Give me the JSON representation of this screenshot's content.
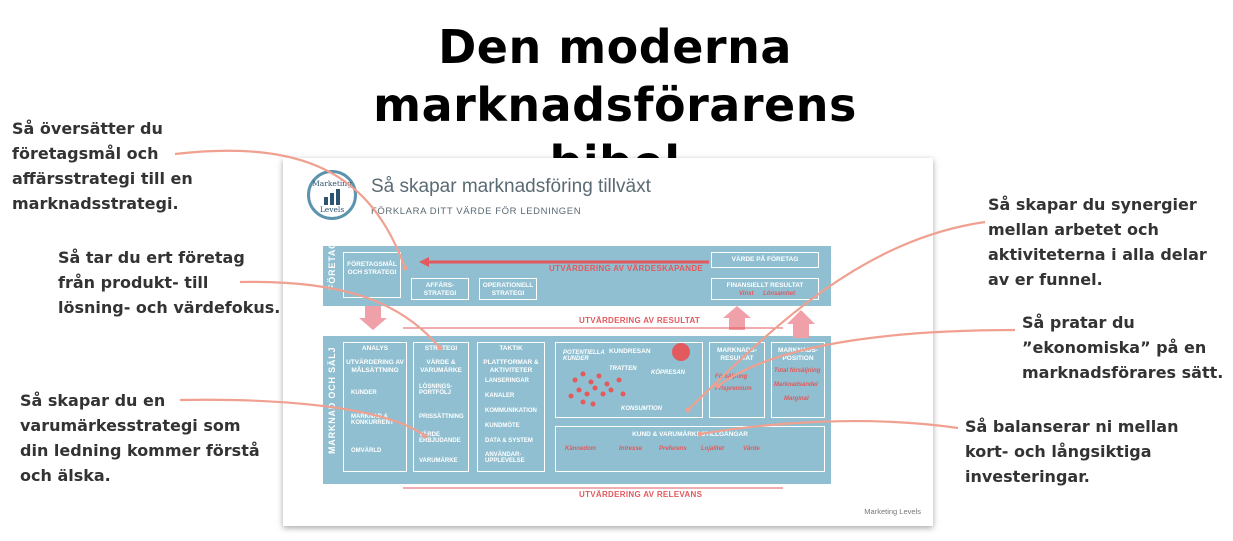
{
  "title": {
    "line1": "Den moderna",
    "line2": "marknadsförarens bibel"
  },
  "callouts": {
    "left1": [
      "Så översätter du",
      "företagsmål och",
      "affärsstrategi till en",
      "marknadsstrategi."
    ],
    "left2": [
      "Så tar du ert företag",
      "från produkt- till",
      "lösning- och värdefokus."
    ],
    "left3": [
      "Så skapar du en",
      "varumärkesstrategi som",
      "din ledning kommer förstå",
      "och älska."
    ],
    "right1": [
      "Så skapar du synergier",
      "mellan arbetet och",
      "aktiviteterna i alla delar",
      "av er funnel."
    ],
    "right2": [
      "Så pratar du",
      "”ekonomiska” på en",
      "marknadsförares sätt."
    ],
    "right3": [
      "Så balanserar ni mellan",
      "kort- och långsiktiga",
      "investeringar."
    ]
  },
  "card": {
    "title": "Så skapar marknadsföring tillväxt",
    "subtitle": "FÖRKLARA DITT VÄRDE FÖR LEDNINGEN",
    "logo": {
      "top": "Marketing",
      "bottom": "Levels"
    },
    "footer": "Marketing Levels",
    "top_band": {
      "side_label": "FÖRETAG",
      "foretagsmal": "FÖRETAGSMÅL OCH STRATEGI",
      "affarsstrategi": "AFFÄRS-\nSTRATEGI",
      "operationell": "OPERATIONELL\nSTRATEGI",
      "utvardering_varde": "UTVÄRDERING AV VÄRDESKAPANDE",
      "varde_pa_foretag": "VÄRDE PÅ FÖRETAG",
      "finansiellt": "FINANSIELLT RESULTAT",
      "vinst": "Vinst",
      "lonsamhet": "Lönsamhet"
    },
    "utvardering_resultat": "UTVÄRDERING AV RESULTAT",
    "bottom_band": {
      "side_label": "MARKNAD OCH SÄLJ",
      "analys": "ANALYS",
      "analys_title": "UTVÄRDERING AV MÅLSÄTTNING",
      "analys_items": [
        "KUNDER",
        "MARKNAD & KONKURRENT",
        "OMVÄRLD"
      ],
      "strategi": "STRATEGI",
      "strategi_title": "VÄRDE & VARUMÄRKE",
      "strategi_items": [
        "LÖSNINGS-PORTFÖLJ",
        "PRISSÄTTNING",
        "VÄRDE ERBJUDANDE",
        "VARUMÄRKE"
      ],
      "taktik": "TAKTIK",
      "taktik_title": "PLATTFORMAR & AKTIVITETER",
      "taktik_items": [
        "LANSERINGAR",
        "KANALER",
        "KOMMUNIKATION",
        "KUNDMÖTE",
        "DATA & SYSTEM",
        "ANVÄNDAR-UPPLEVELSE"
      ],
      "potentiella_kunder": "POTENTIELLA KUNDER",
      "kundresan": "KUNDRESAN",
      "tratten": "TRATTEN",
      "kopresan": "KÖPRESAN",
      "konsumtion": "KONSUMTION",
      "marknadsresultat": "MARKNADS-RESULTAT",
      "forsaljning": "Försäljning",
      "prispremium": "Prispremium",
      "marknadsposition": "MARKNADS-POSITION",
      "total_forsaljning": "Total försäljning",
      "marknadsandel": "Marknadsandel",
      "marginal": "Marginal",
      "kund_varumarke": "KUND & VARUMÄRKESTILLGÅNGAR",
      "kund_items": [
        "Kännedom",
        "Intresse",
        "Preferens",
        "Lojalitet",
        "Värde"
      ]
    },
    "utvardering_relevans": "UTVÄRDERING AV RELEVANS"
  },
  "colors": {
    "band": "#8fbfd0",
    "accent": "#e2595e",
    "arrow": "#f0a090",
    "text": "#333333"
  }
}
